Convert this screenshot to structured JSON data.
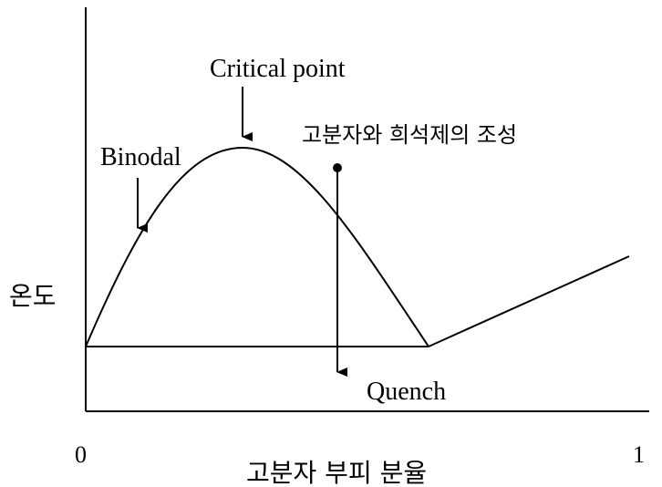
{
  "labels": {
    "critical_point": "Critical point",
    "composition": "고분자와 희석제의 조성",
    "binodal": "Binodal",
    "y_axis": "온도",
    "quench": "Quench",
    "x_start": "0",
    "x_end": "1",
    "x_axis": "고분자 부피 분율"
  }
}
